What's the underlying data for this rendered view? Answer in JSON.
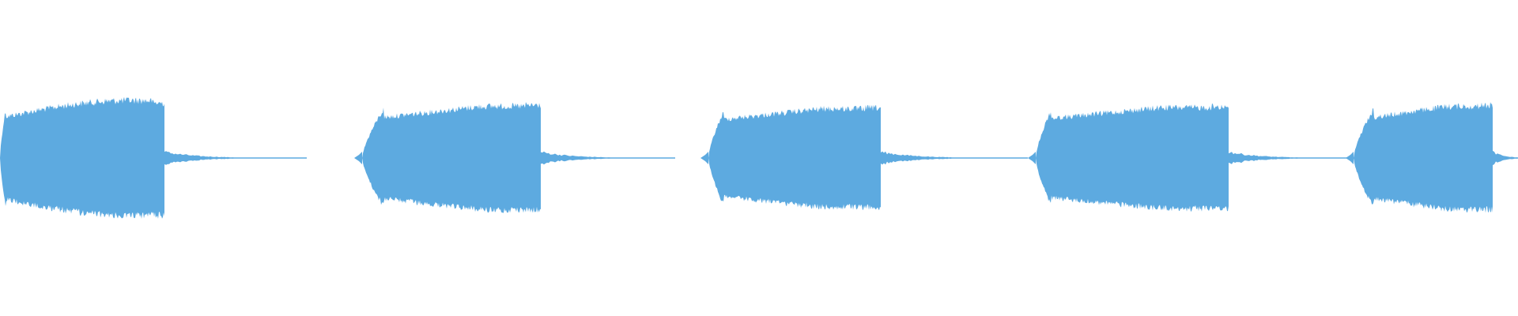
{
  "waveform": {
    "color": "#5DAAE0",
    "clips": [
      {
        "amplitude_profile": "swell",
        "level": 0.88
      },
      {
        "amplitude_profile": "plateau",
        "level": 0.84
      },
      {
        "amplitude_profile": "plateau",
        "level": 0.8
      },
      {
        "amplitude_profile": "plateau",
        "level": 0.82
      },
      {
        "amplitude_profile": "plateau",
        "level": 0.84
      }
    ]
  }
}
